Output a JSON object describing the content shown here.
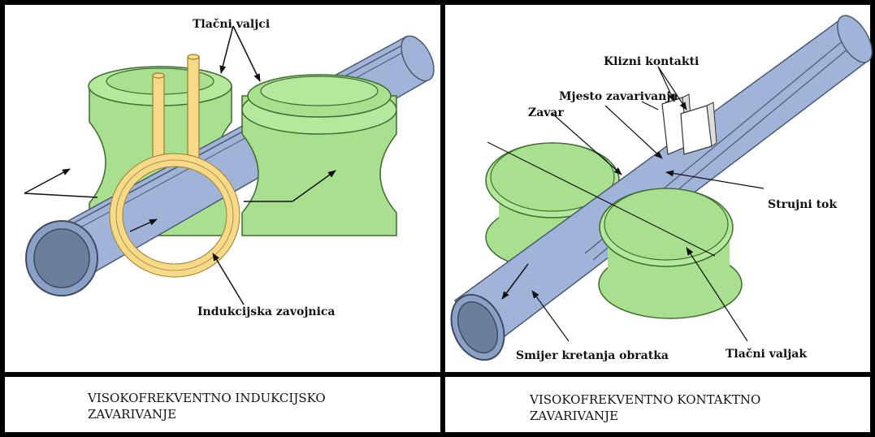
{
  "left_panel": {
    "label_rollers": "Tlačni valjci",
    "label_coil": "Indukcijska zavojnica",
    "caption": "VISOKOFREKVENTNO INDUKCIJSKO ZAVARIVANJE"
  },
  "right_panel": {
    "label_sliding_contacts": "Klizni kontakti",
    "label_weld_point": "Mjesto zavarivanja",
    "label_weld": "Zavar",
    "label_current_flow": "Strujni tok",
    "label_pressure_roller": "Tlačni valjak",
    "label_direction": "Smijer kretanja obratka",
    "caption": "VISOKOFREKVENTNO KONTAKTNO ZAVARIVANJE"
  },
  "colors": {
    "pipe": "#9fb4d8",
    "pipe_dark": "#6b7f9c",
    "roller": "#a8e090",
    "coil": "#f7d98a",
    "contact": "#ffffff",
    "frame": "#000000"
  }
}
